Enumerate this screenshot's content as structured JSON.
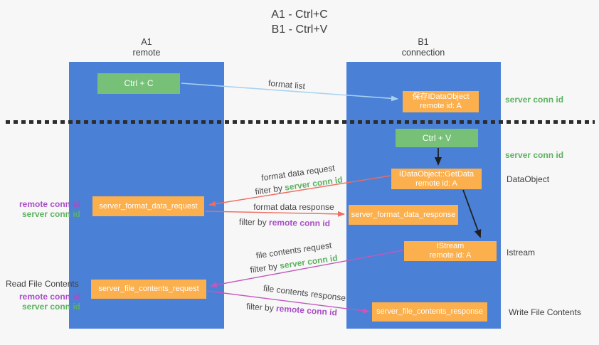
{
  "title": {
    "line1": "A1 - Ctrl+C",
    "line2": "B1 - Ctrl+V"
  },
  "columns": [
    {
      "name": "A1",
      "subtitle": "remote"
    },
    {
      "name": "B1",
      "subtitle": "connection"
    }
  ],
  "nodes": {
    "ctrl_c": "Ctrl + C",
    "save_idataobject": {
      "line1": "保存IDataObject",
      "line2": "remote id: A"
    },
    "ctrl_v": "Ctrl + V",
    "getdata": {
      "line1": "IDataObject::GetData",
      "line2": "remote id: A"
    },
    "format_request": "server_format_data_request",
    "format_response": "server_format_data_response",
    "istream": {
      "line1": "IStream",
      "line2": "remote id: A"
    },
    "file_request": "server_file_contents_request",
    "file_response": "server_file_contents_response"
  },
  "arrow_labels": {
    "format_list": "format list",
    "format_data_request": "format data request",
    "format_data_response": "format data response",
    "file_contents_request": "file contents request",
    "file_contents_response": "file contents response",
    "filter_by": "filter by ",
    "server_conn_id": "server conn id",
    "remote_conn_id": "remote conn id"
  },
  "side_labels": {
    "left": {
      "remote_conn_id": "remote conn id",
      "server_conn_id": "server conn id",
      "read_file_contents": "Read File Contents",
      "remote_conn_id_2": "remote conn id",
      "server_conn_id_2": "server conn id"
    },
    "right": {
      "server_conn_id_top": "server conn id",
      "server_conn_id_mid": "server conn id",
      "dataobject": "DataObject",
      "istream": "Istream",
      "write_file_contents": "Write File Contents"
    }
  },
  "colors": {
    "lifeline_blue": "#4a80d6",
    "box_green": "#76c078",
    "box_orange": "#fbaf4d",
    "arrow_light_blue": "#a8d2f0",
    "arrow_red": "#ef6c5f",
    "arrow_magenta": "#c259bb",
    "arrow_black": "#1f1f1f",
    "text_green": "#5cb25f",
    "text_purple": "#a84ec6",
    "text_dark": "#3f3f3f"
  }
}
